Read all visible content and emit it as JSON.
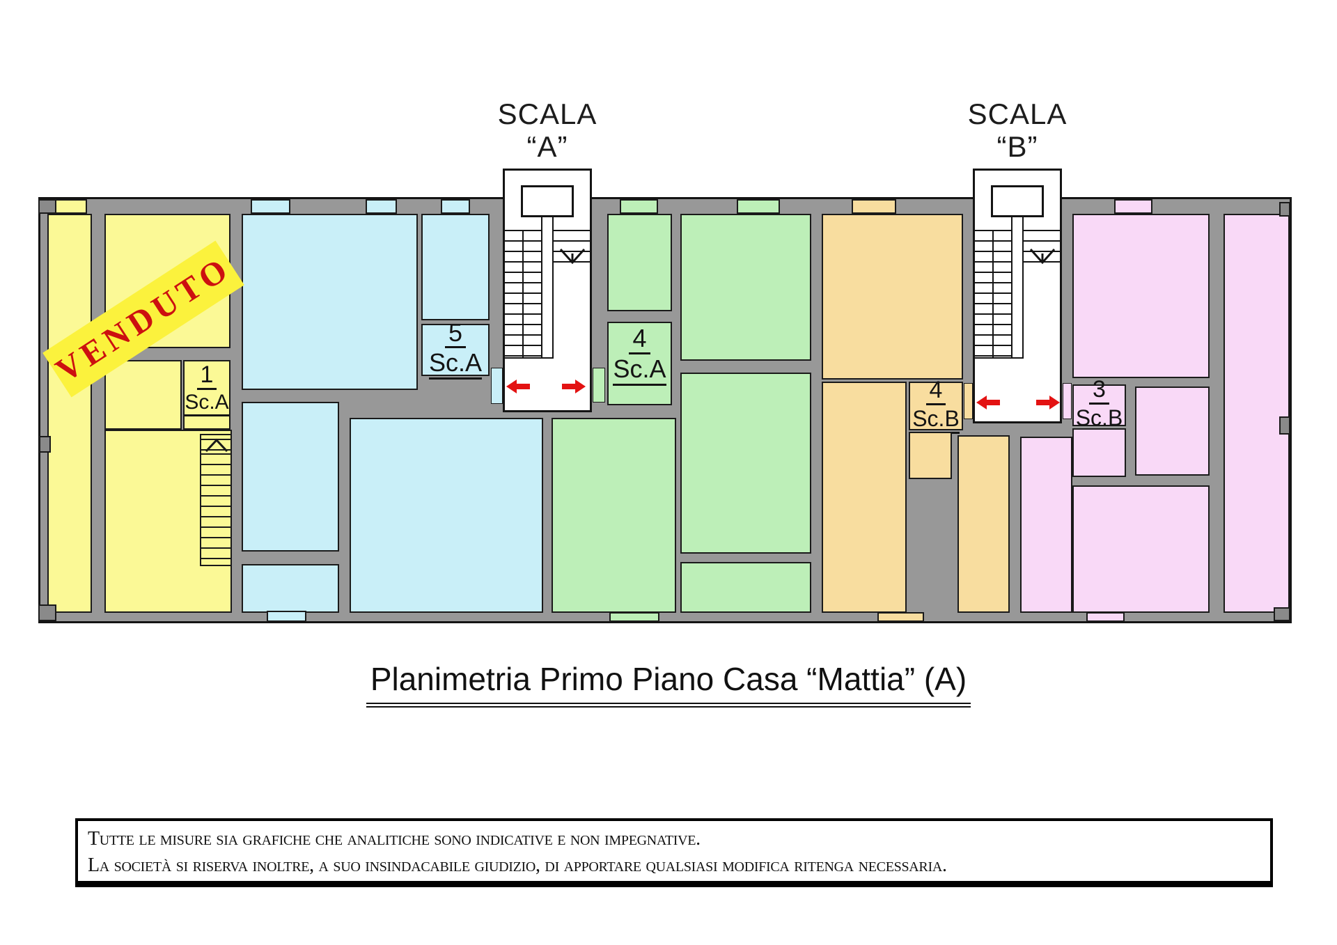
{
  "title": {
    "text": "Planimetria Primo Piano Casa “Mattia” (A)"
  },
  "disclaimer": {
    "line1": "Tutte le misure sia grafiche che analitiche sono indicative e non impegnative.",
    "line2": "La società si riserva inoltre, a suo insindacabile giudizio, di apportare qualsiasi modifica ritenga necessaria."
  },
  "stairwells": [
    {
      "id": "A",
      "name": "SCALA",
      "letter": "“A”"
    },
    {
      "id": "B",
      "name": "SCALA",
      "letter": "“B”"
    }
  ],
  "units": [
    {
      "number": "1",
      "scale": "Sc.A",
      "status": "VENDUTO",
      "color_key": "yellow"
    },
    {
      "number": "5",
      "scale": "Sc.A",
      "status": "",
      "color_key": "cyan"
    },
    {
      "number": "4",
      "scale": "Sc.A",
      "status": "",
      "color_key": "green"
    },
    {
      "number": "4",
      "scale": "Sc.B",
      "status": "",
      "color_key": "orange"
    },
    {
      "number": "3",
      "scale": "Sc.B",
      "status": "",
      "color_key": "pink"
    }
  ],
  "stamp": {
    "text": "VENDUTO"
  },
  "icons": {
    "entry_arrow": "red-arrow",
    "stair_down": "chevron-down",
    "stair_up": "chevron-up"
  },
  "colors": {
    "yellow": "#FBF996",
    "cyan": "#C9EFF8",
    "green": "#BDEFB8",
    "orange": "#F8DD9F",
    "pink": "#F9D9F7",
    "wall": "#989898",
    "pillar": "#8A8A8A",
    "stamp_band": "#FBF23D",
    "stamp_text": "#CC1010",
    "arrow": "#E31212",
    "line": "#141414"
  }
}
